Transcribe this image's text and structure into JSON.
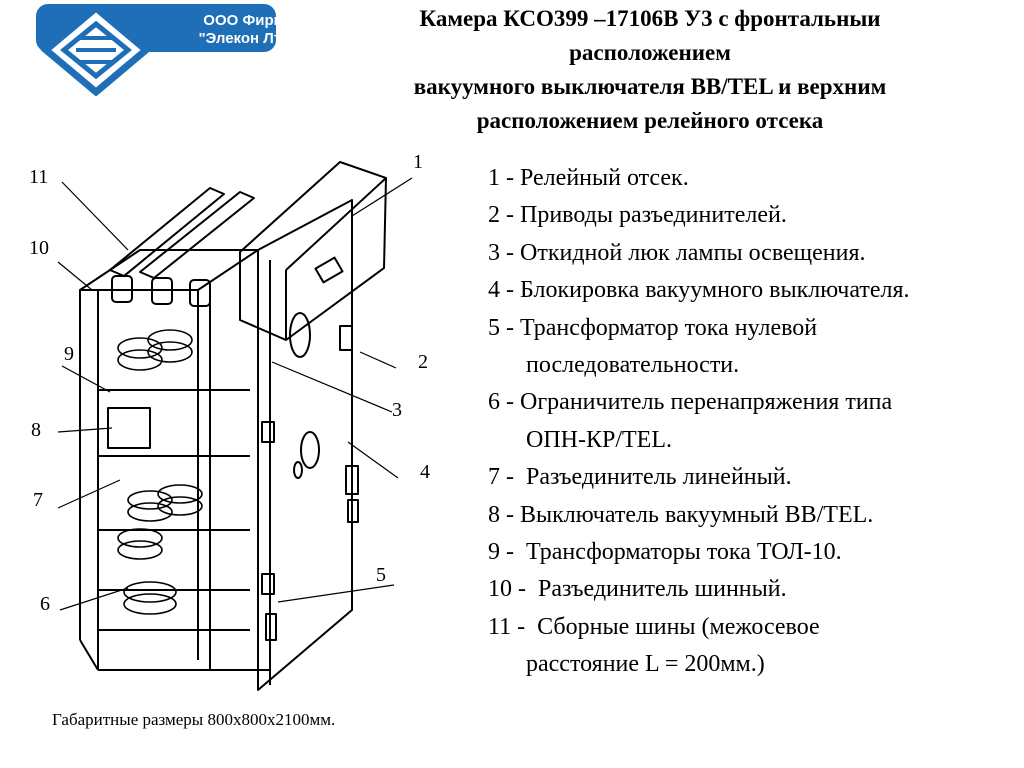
{
  "logo": {
    "line1": "ООО Фирма",
    "line2": "\"Элекон Лтд\"",
    "colors": {
      "primary": "#1e6fb8",
      "bg": "#ffffff"
    }
  },
  "title": {
    "line1": "Камера КСО399 –17106В У3 с фронтальныи",
    "line2": "расположением",
    "line3": "вакуумного выключателя ВВ/TEL и верхним",
    "line4": "расположением релейного отсека"
  },
  "legend": [
    {
      "num": "1 - ",
      "text": "Релейный отсек."
    },
    {
      "num": "2 - ",
      "text": "Приводы разъединителей."
    },
    {
      "num": "3 - ",
      "text": "Откидной люк лампы освещения."
    },
    {
      "num": "4 - ",
      "text": "Блокировка вакуумного выключателя."
    },
    {
      "num": "5 - ",
      "text": "Трансформатор тока нулевой",
      "cont": "последовательности."
    },
    {
      "num": "6 - ",
      "text": "Ограничитель перенапряжения типа",
      "cont": "ОПН-КР/TEL."
    },
    {
      "num": "7 -  ",
      "text": "Разъединитель линейный."
    },
    {
      "num": "8 - ",
      "text": "Выключатель вакуумный ВВ/TEL."
    },
    {
      "num": "9 -  ",
      "text": "Трансформаторы тока ТОЛ-10."
    },
    {
      "num": "10 -  ",
      "text": "Разъединитель шинный."
    },
    {
      "num": "11 -  ",
      "text": "Сборные шины (межосевое",
      "cont": "расстояние L = 200мм.)"
    }
  ],
  "callouts": [
    "1",
    "2",
    "3",
    "4",
    "5",
    "6",
    "7",
    "8",
    "9",
    "10",
    "11"
  ],
  "footer": "Габаритные размеры 800х800х2100мм."
}
